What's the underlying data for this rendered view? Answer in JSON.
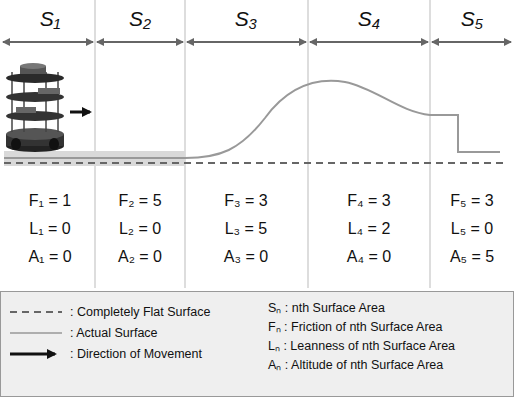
{
  "diagram": {
    "labels": [
      "S₁",
      "S₂",
      "S₃",
      "S₄",
      "S₅",
      "F₁ = 1",
      "F₂ = 5",
      "F₃ = 3",
      "F₄ = 3",
      "F₅ = 3",
      "L₁ = 0",
      "L₂ = 0",
      "L₃ = 5",
      "L₄ = 2",
      "L₅ = 0",
      "A₁ = 0",
      "A₂ = 0",
      "A₃ = 0",
      "A₄ = 0",
      "A₅ = 5",
      "Sₙ : nth Surface Area",
      "Fₙ : Friction of nth Surface Area",
      "Lₙ : Leanness of nth Surface Area",
      "Aₙ : Altitude of nth Surface Area"
    ],
    "legend": [
      {
        "text": ": Completely Flat Surface"
      },
      {
        "text": ": Actual Surface"
      },
      {
        "text": ": Direction of Movement"
      }
    ]
  }
}
